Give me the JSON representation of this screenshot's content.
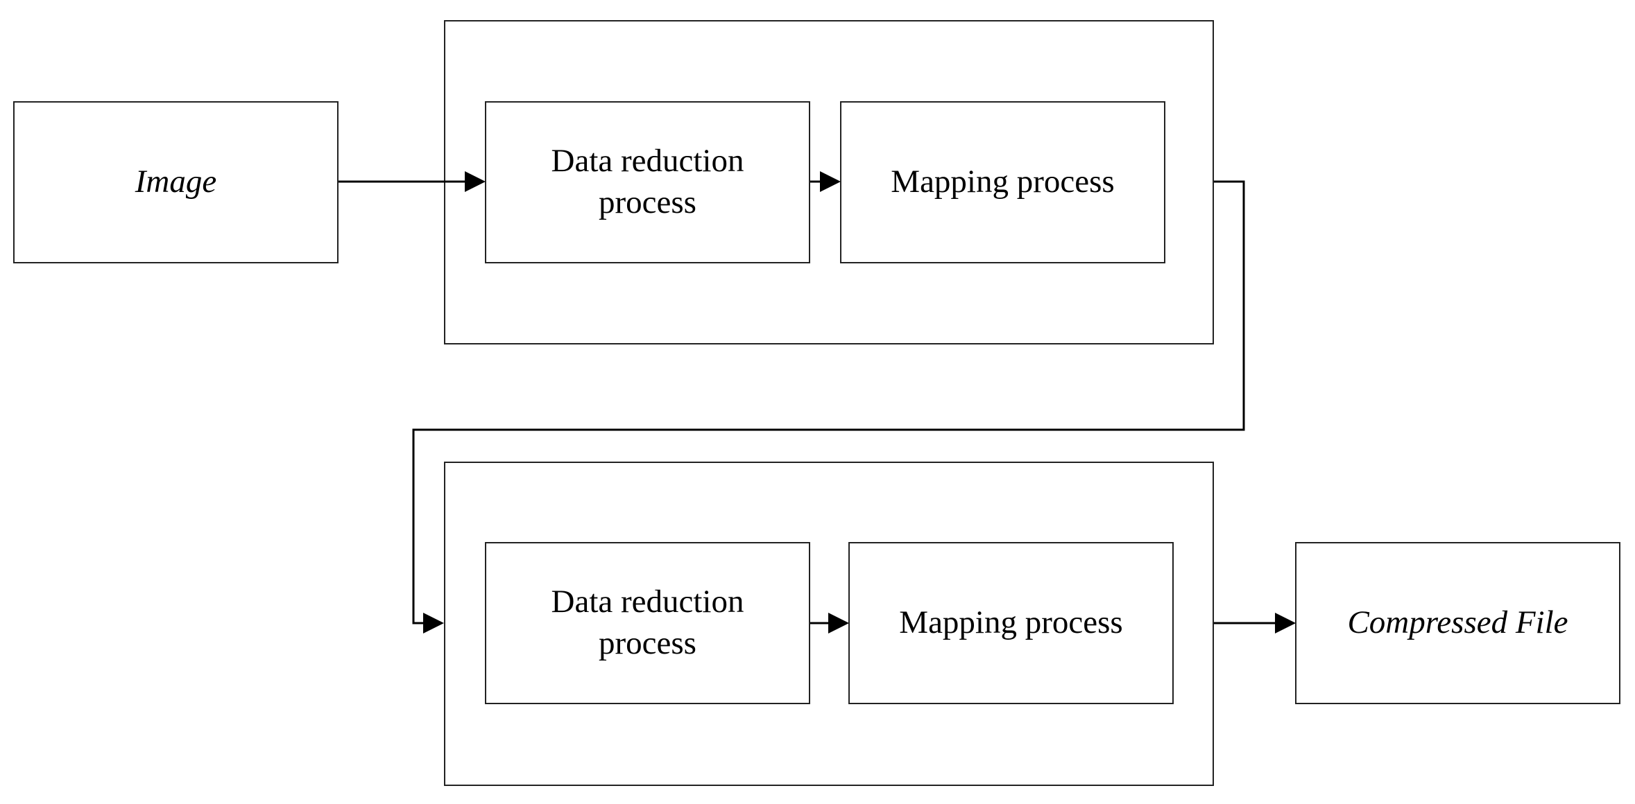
{
  "diagram": {
    "input": {
      "label": "Image"
    },
    "stage1": {
      "reduction_label": "Data reduction\nprocess",
      "mapping_label": "Mapping process"
    },
    "stage2": {
      "reduction_label": "Data reduction\nprocess",
      "mapping_label": "Mapping process"
    },
    "output": {
      "label": "Compressed File"
    }
  },
  "colors": {
    "stroke": "#222222",
    "background": "#ffffff",
    "text": "#000000"
  }
}
